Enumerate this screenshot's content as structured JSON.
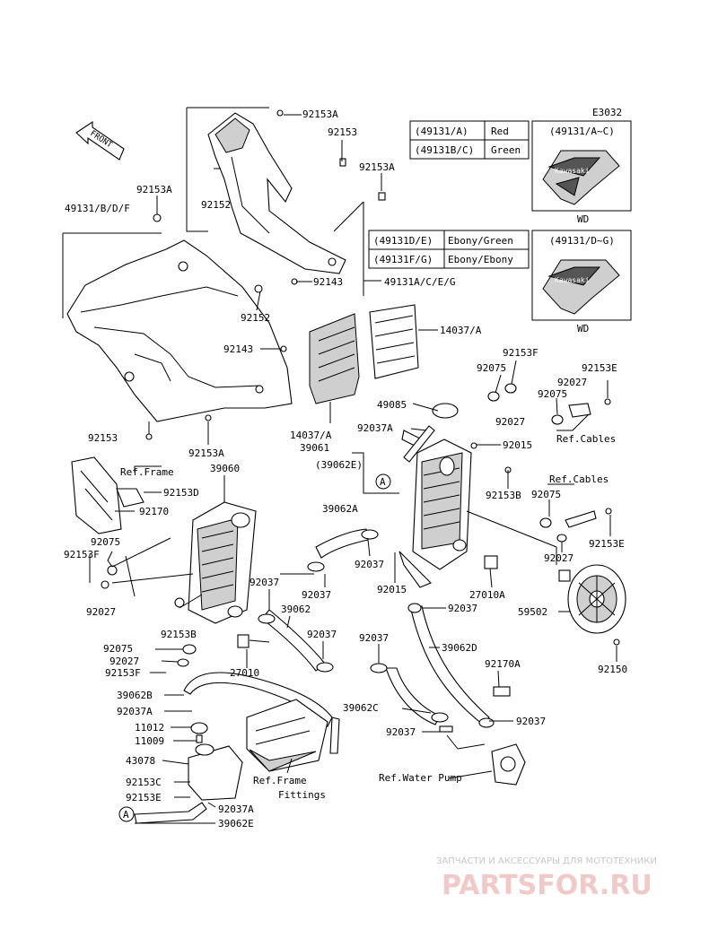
{
  "diagram_code": "E3032",
  "front_arrow_label": "FRONT",
  "color_table_1": [
    {
      "code": "(49131/A)",
      "color": "Red"
    },
    {
      "code": "(49131B/C)",
      "color": "Green"
    }
  ],
  "color_table_2": [
    {
      "code": "(49131D/E)",
      "color": "Ebony/Green"
    },
    {
      "code": "(49131F/G)",
      "color": "Ebony/Ebony"
    }
  ],
  "inset_1": {
    "code": "(49131/A~C)",
    "note": "WD",
    "decal": "Kawasaki"
  },
  "inset_2": {
    "code": "(49131/D~G)",
    "note": "WD",
    "decal": "Kawasaki"
  },
  "callout_a": "A",
  "labels": {
    "l1": "92153A",
    "l2": "92153",
    "l3": "92153A",
    "l4": "92152",
    "l5": "92143",
    "l6": "49131A/C/E/G",
    "l7": "92153A",
    "l8": "49131/B/D/F",
    "l9": "92152",
    "l10": "92143",
    "l11": "92153",
    "l12": "92153A",
    "l13": "14037/A",
    "l14": "14037/A",
    "l15": "39061",
    "l16": "(39062E)",
    "l17": "49085",
    "l18": "92037A",
    "l19": "92015",
    "l20": "92153B",
    "l21": "92075",
    "l22": "92027",
    "l23": "92153F",
    "l24": "92153E",
    "l25": "92027",
    "l26": "92075",
    "l27": "Ref.Cables",
    "l28": "Ref.Frame",
    "l29": "39060",
    "l30": "92153D",
    "l31": "92170",
    "l32": "92075",
    "l33": "92153F",
    "l34": "92027",
    "l35": "92153B",
    "l36": "39062A",
    "l37": "92037",
    "l38": "92037",
    "l39": "92037",
    "l40": "39062",
    "l41": "92037",
    "l42": "92015",
    "l43": "27010A",
    "l44": "92037",
    "l45": "Ref.Cables",
    "l46": "92075",
    "l47": "92153E",
    "l48": "92027",
    "l49": "59502",
    "l50": "92150",
    "l51": "92075",
    "l52": "92027",
    "l53": "92153F",
    "l54": "27010",
    "l55": "39062B",
    "l56": "92037A",
    "l57": "11012",
    "l58": "11009",
    "l59": "43078",
    "l60": "92153C",
    "l61": "92153E",
    "l62": "92037A",
    "l63": "39062E",
    "l64": "Ref.Frame",
    "l65": "Fittings",
    "l66": "92037",
    "l67": "39062D",
    "l68": "92170A",
    "l69": "39062C",
    "l70": "92037",
    "l71": "92037",
    "l72": "Ref.Water Pump"
  },
  "watermark": {
    "tagline": "ЗАПЧАСТИ И АКСЕССУАРЫ ДЛЯ МОТОТЕХНИКИ",
    "brand": "PARTSFOR.RU"
  }
}
